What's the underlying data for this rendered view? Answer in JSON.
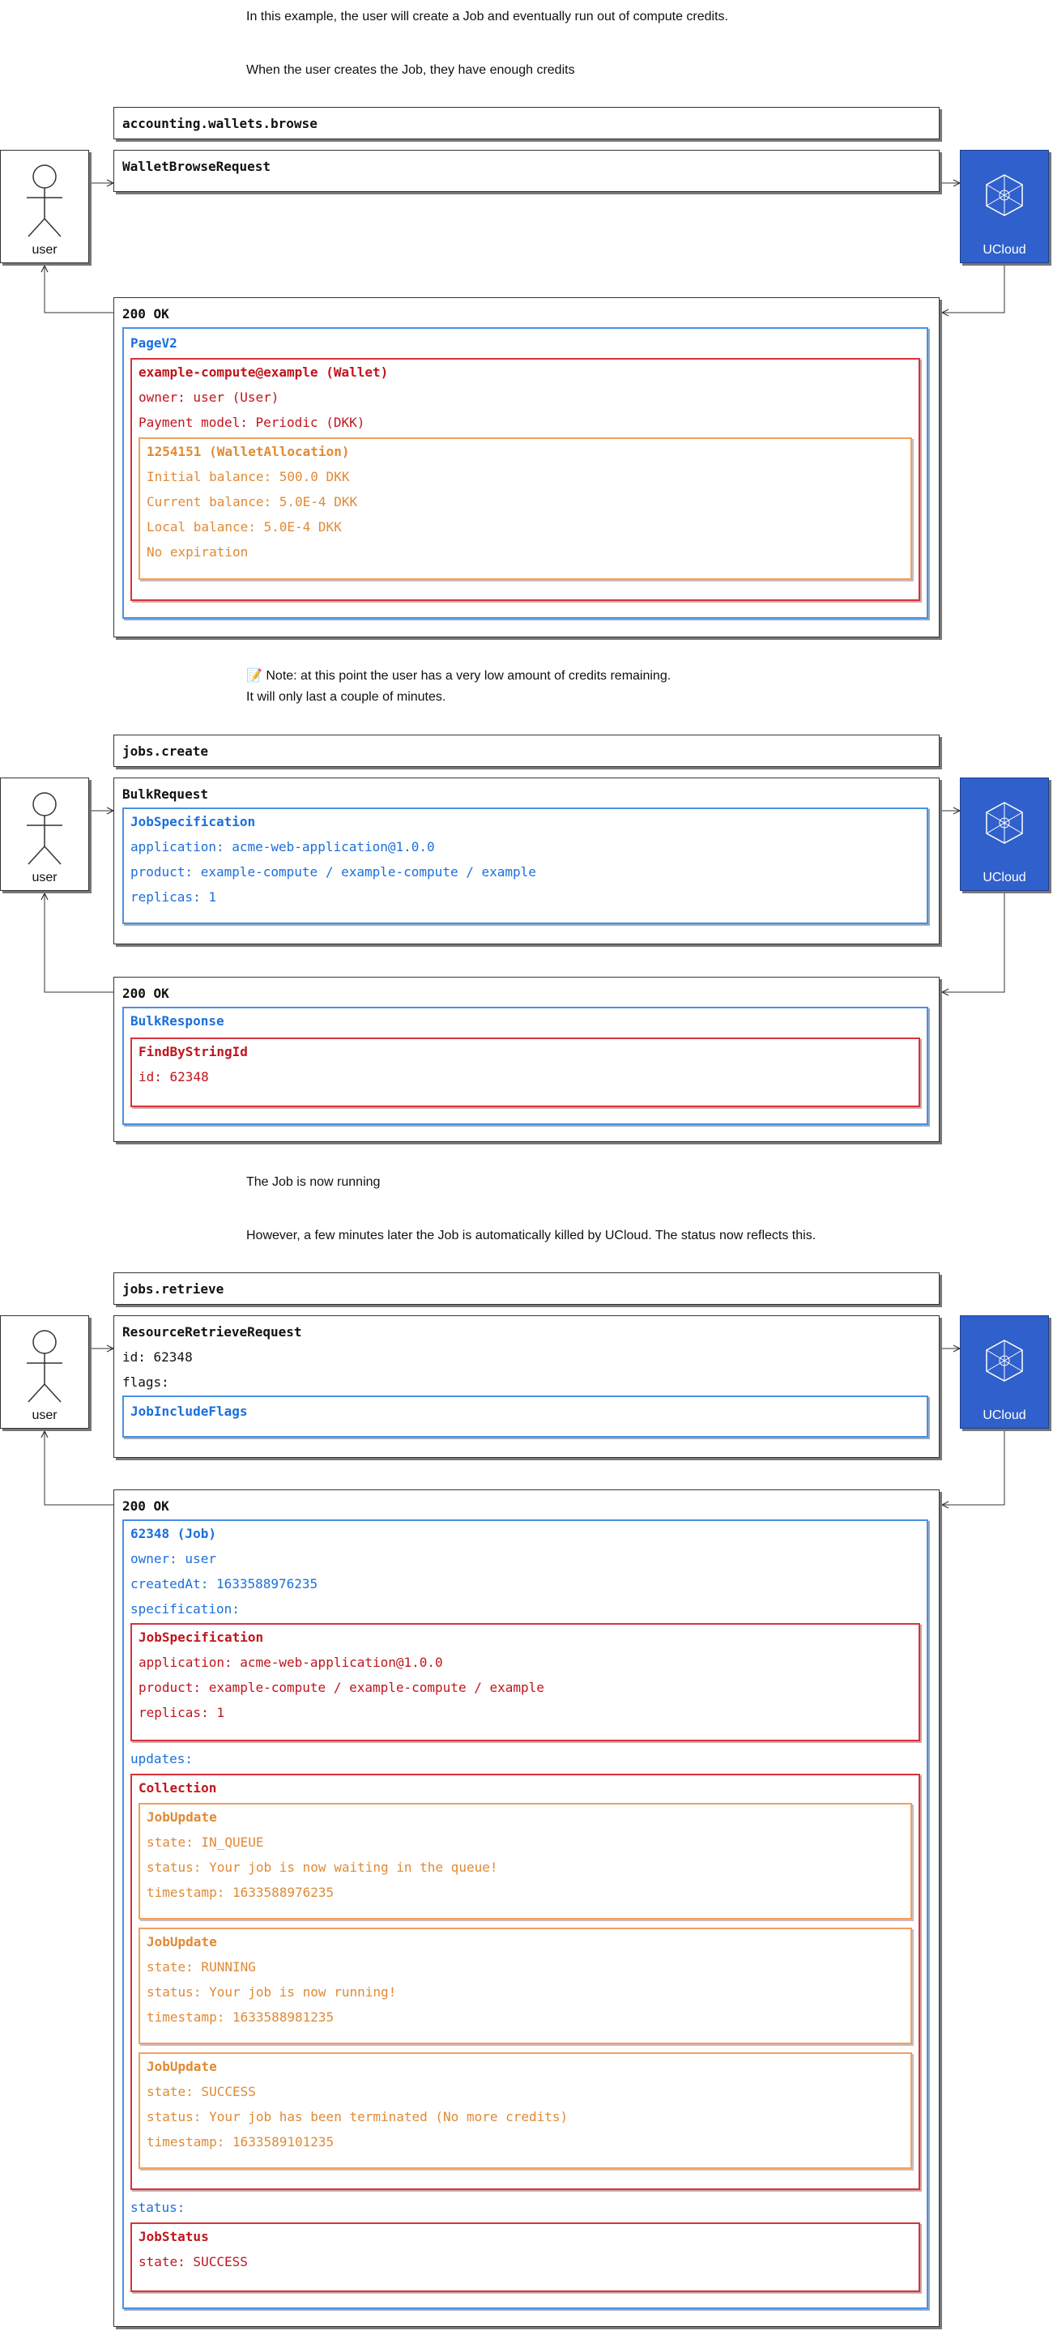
{
  "intro": {
    "line1": "In this example, the user will create a Job and eventually run out of compute credits.",
    "line2": "When the user creates the Job, they have enough credits"
  },
  "actors": {
    "user_label": "user",
    "server_label": "UCloud"
  },
  "section1": {
    "call": "accounting.wallets.browse",
    "request_type": "WalletBrowseRequest",
    "response_status": "200 OK",
    "page_type": "PageV2",
    "wallet_title": "example-compute@example (Wallet)",
    "wallet_owner": "owner: user (User)",
    "wallet_payment": "Payment model: Periodic (DKK)",
    "alloc_title": "1254151 (WalletAllocation)",
    "alloc_initial": "Initial balance: 500.0 DKK",
    "alloc_current": "Current balance: 5.0E-4 DKK",
    "alloc_local": "Local balance: 5.0E-4 DKK",
    "alloc_expiration": "No expiration"
  },
  "note2": {
    "line1": "📝 Note: at this point the user has a very low amount of credits remaining.",
    "line2": "It will only last a couple of minutes."
  },
  "section2": {
    "call": "jobs.create",
    "request_type": "BulkRequest",
    "spec_title": "JobSpecification",
    "spec_app": "application: acme-web-application@1.0.0",
    "spec_product": "product: example-compute / example-compute / example",
    "spec_replicas": "replicas: 1",
    "response_status": "200 OK",
    "response_type": "BulkResponse",
    "find_title": "FindByStringId",
    "find_id": "id: 62348"
  },
  "note3": {
    "line1": "The Job is now running",
    "line2": "However, a few minutes later the Job is automatically killed by UCloud. The status now reflects this."
  },
  "section3": {
    "call": "jobs.retrieve",
    "request_type": "ResourceRetrieveRequest",
    "request_id": "id: 62348",
    "request_flags": "flags:",
    "flags_type": "JobIncludeFlags",
    "response_status": "200 OK",
    "job_title": "62348 (Job)",
    "job_owner": "owner: user",
    "job_created": "createdAt: 1633588976235",
    "job_spec_label": "specification:",
    "spec_title": "JobSpecification",
    "spec_app": "application: acme-web-application@1.0.0",
    "spec_product": "product: example-compute / example-compute / example",
    "spec_replicas": "replicas: 1",
    "updates_label": "updates:",
    "collection_title": "Collection",
    "updates": [
      {
        "title": "JobUpdate",
        "state": "state: IN_QUEUE",
        "status": "status: Your job is now waiting in the queue!",
        "timestamp": "timestamp: 1633588976235"
      },
      {
        "title": "JobUpdate",
        "state": "state: RUNNING",
        "status": "status: Your job is now running!",
        "timestamp": "timestamp: 1633588981235"
      },
      {
        "title": "JobUpdate",
        "state": "state: SUCCESS",
        "status": "status: Your job has been terminated (No more credits)",
        "timestamp": "timestamp: 1633589101235"
      }
    ],
    "status_label": "status:",
    "status_title": "JobStatus",
    "status_state": "state: SUCCESS"
  }
}
